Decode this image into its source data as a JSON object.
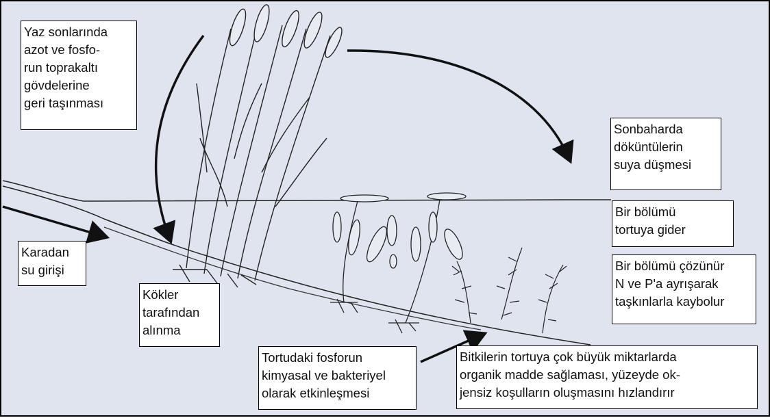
{
  "labels": {
    "nutrient_return": "Yaz sonlarında\nazot ve fosfo-\nrun toprakaltı\ngövdelerine\ngeri taşınması",
    "autumn_litter": "Sonbaharda\ndöküntülerin\nsuya düşmesi",
    "sediment_part": "Bir bölümü\ntortuya gider",
    "dissolved_part": "Bir bölümü çözünür\nN ve P'a ayrışarak\ntaşkınlarla kaybolur",
    "land_input": "Karadan\nsu girişi",
    "root_uptake": "Kökler\ntarafından\nalınma",
    "phosphorus_activation": "Tortudaki fosforun\nkimyasal ve bakteriyel\nolarak etkinleşmesi",
    "organic_matter": "Bitkilerin tortuya çok büyük miktarlarda\norganik madde sağlaması, yüzeyde ok-\njensiz koşulların oluşmasını hızlandırır"
  },
  "colors": {
    "background": "#dfe4ee",
    "ink": "#111111",
    "label_fill": "#ffffff"
  },
  "icons": [
    "reed-plant",
    "floating-leaf-plant",
    "submerged-plant",
    "curved-arrow"
  ]
}
